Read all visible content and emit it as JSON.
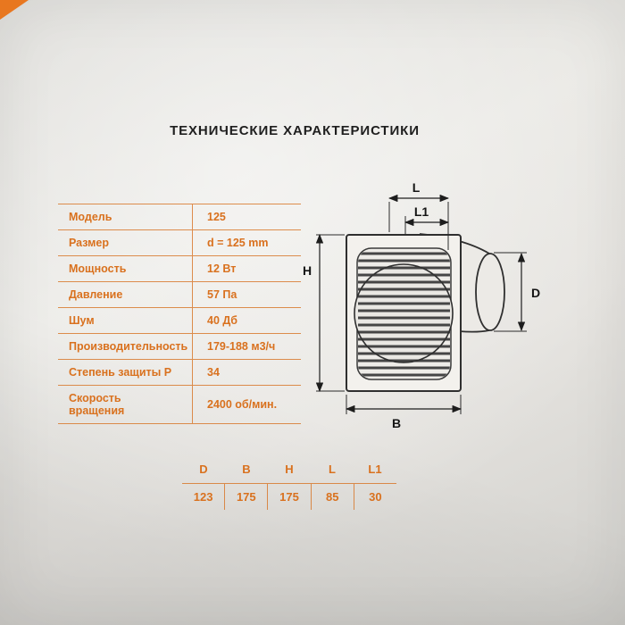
{
  "page": {
    "title": "ТЕХНИЧЕСКИЕ ХАРАКТЕРИСТИКИ"
  },
  "colors": {
    "accent": "#d9711e",
    "ink": "#1e1e1e",
    "drawing_line": "#2f2f2f"
  },
  "spec_table": {
    "rows": [
      {
        "label": "Модель",
        "value": "125"
      },
      {
        "label": "Размер",
        "value": "d = 125 mm"
      },
      {
        "label": "Мощность",
        "value": "12 Вт"
      },
      {
        "label": "Давление",
        "value": "57 Па"
      },
      {
        "label": "Шум",
        "value": "40 Дб"
      },
      {
        "label": "Производительность",
        "value": "179-188 м3/ч"
      },
      {
        "label": "Степень защиты Р",
        "value": "34"
      },
      {
        "label": "Скорость вращения",
        "value": "2400 об/мин."
      }
    ]
  },
  "dimensions_table": {
    "headers": [
      "D",
      "B",
      "H",
      "L",
      "L1"
    ],
    "values": [
      "123",
      "175",
      "175",
      "85",
      "30"
    ]
  },
  "diagram": {
    "labels": {
      "L": "L",
      "L1": "L1",
      "H": "H",
      "D": "D",
      "B": "B"
    }
  }
}
